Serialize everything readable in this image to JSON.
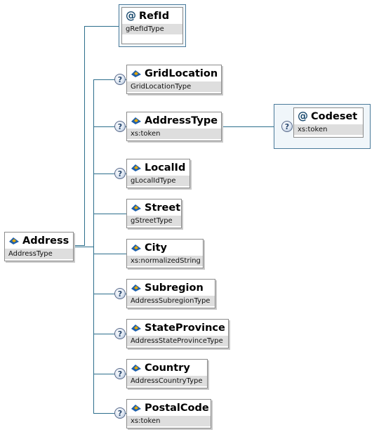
{
  "root": {
    "name": "Address",
    "type": "AddressType"
  },
  "attribute": {
    "name": "RefId",
    "type": "gRefIdType"
  },
  "children": [
    {
      "name": "GridLocation",
      "type": "GridLocationType",
      "optional": true
    },
    {
      "name": "AddressType",
      "type": "xs:token",
      "optional": true
    },
    {
      "name": "LocalId",
      "type": "gLocalIdType",
      "optional": true
    },
    {
      "name": "Street",
      "type": "gStreetType",
      "optional": false
    },
    {
      "name": "City",
      "type": "xs:normalizedString",
      "optional": false
    },
    {
      "name": "Subregion",
      "type": "AddressSubregionType",
      "optional": true
    },
    {
      "name": "StateProvince",
      "type": "AddressStateProvinceType",
      "optional": true
    },
    {
      "name": "Country",
      "type": "AddressCountryType",
      "optional": true
    },
    {
      "name": "PostalCode",
      "type": "xs:token",
      "optional": true
    }
  ],
  "nested_attribute": {
    "name": "Codeset",
    "type": "xs:token"
  },
  "optional_marker": "?",
  "icons": {
    "element": "element-diamond-icon",
    "attribute": "attribute-at-icon",
    "optional": "question-mark-icon"
  },
  "colors": {
    "connector": "#2c6e8c",
    "type_band": "#dedede",
    "attribute_frame": "#4a7a9a",
    "icon_blue": "#1f5fa8",
    "icon_gold": "#e8a800"
  }
}
